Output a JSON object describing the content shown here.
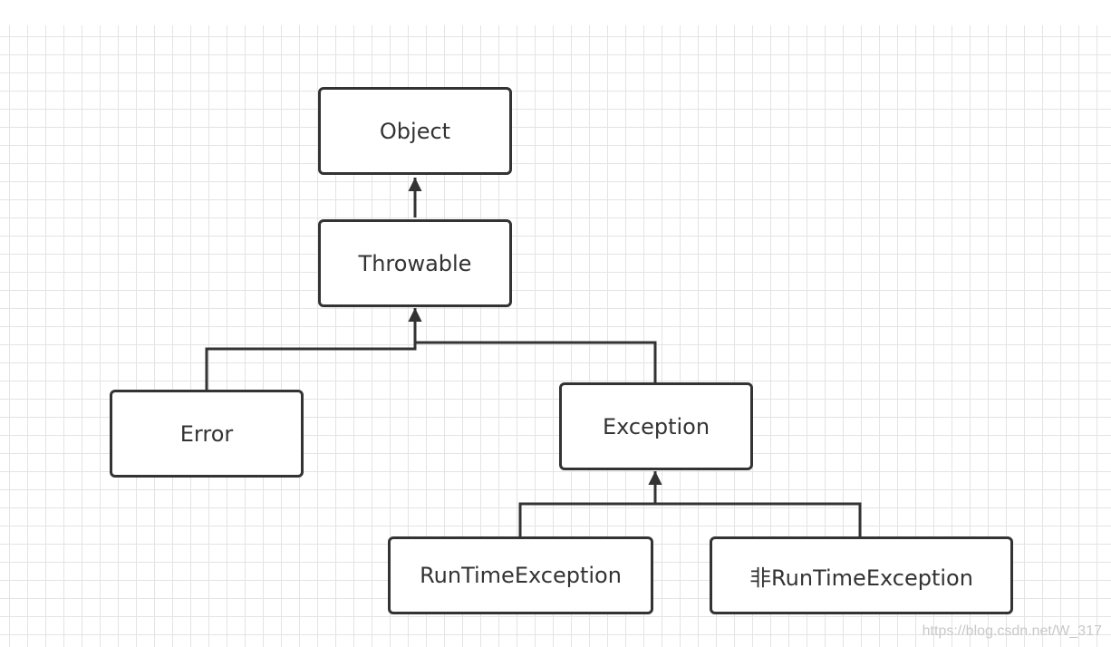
{
  "diagram": {
    "nodes": {
      "object": "Object",
      "throwable": "Throwable",
      "error": "Error",
      "exception": "Exception",
      "runtime": "RunTimeException",
      "non_runtime": "非RunTimeException"
    },
    "edges": [
      {
        "from": "throwable",
        "to": "object"
      },
      {
        "from": "error",
        "to": "throwable"
      },
      {
        "from": "exception",
        "to": "throwable"
      },
      {
        "from": "runtime",
        "to": "exception"
      },
      {
        "from": "non_runtime",
        "to": "exception"
      }
    ],
    "colors": {
      "stroke": "#333333",
      "grid": "#e4e4e4",
      "background": "#ffffff",
      "watermark": "#c8c8c8"
    }
  },
  "watermark": "https://blog.csdn.net/W_317"
}
